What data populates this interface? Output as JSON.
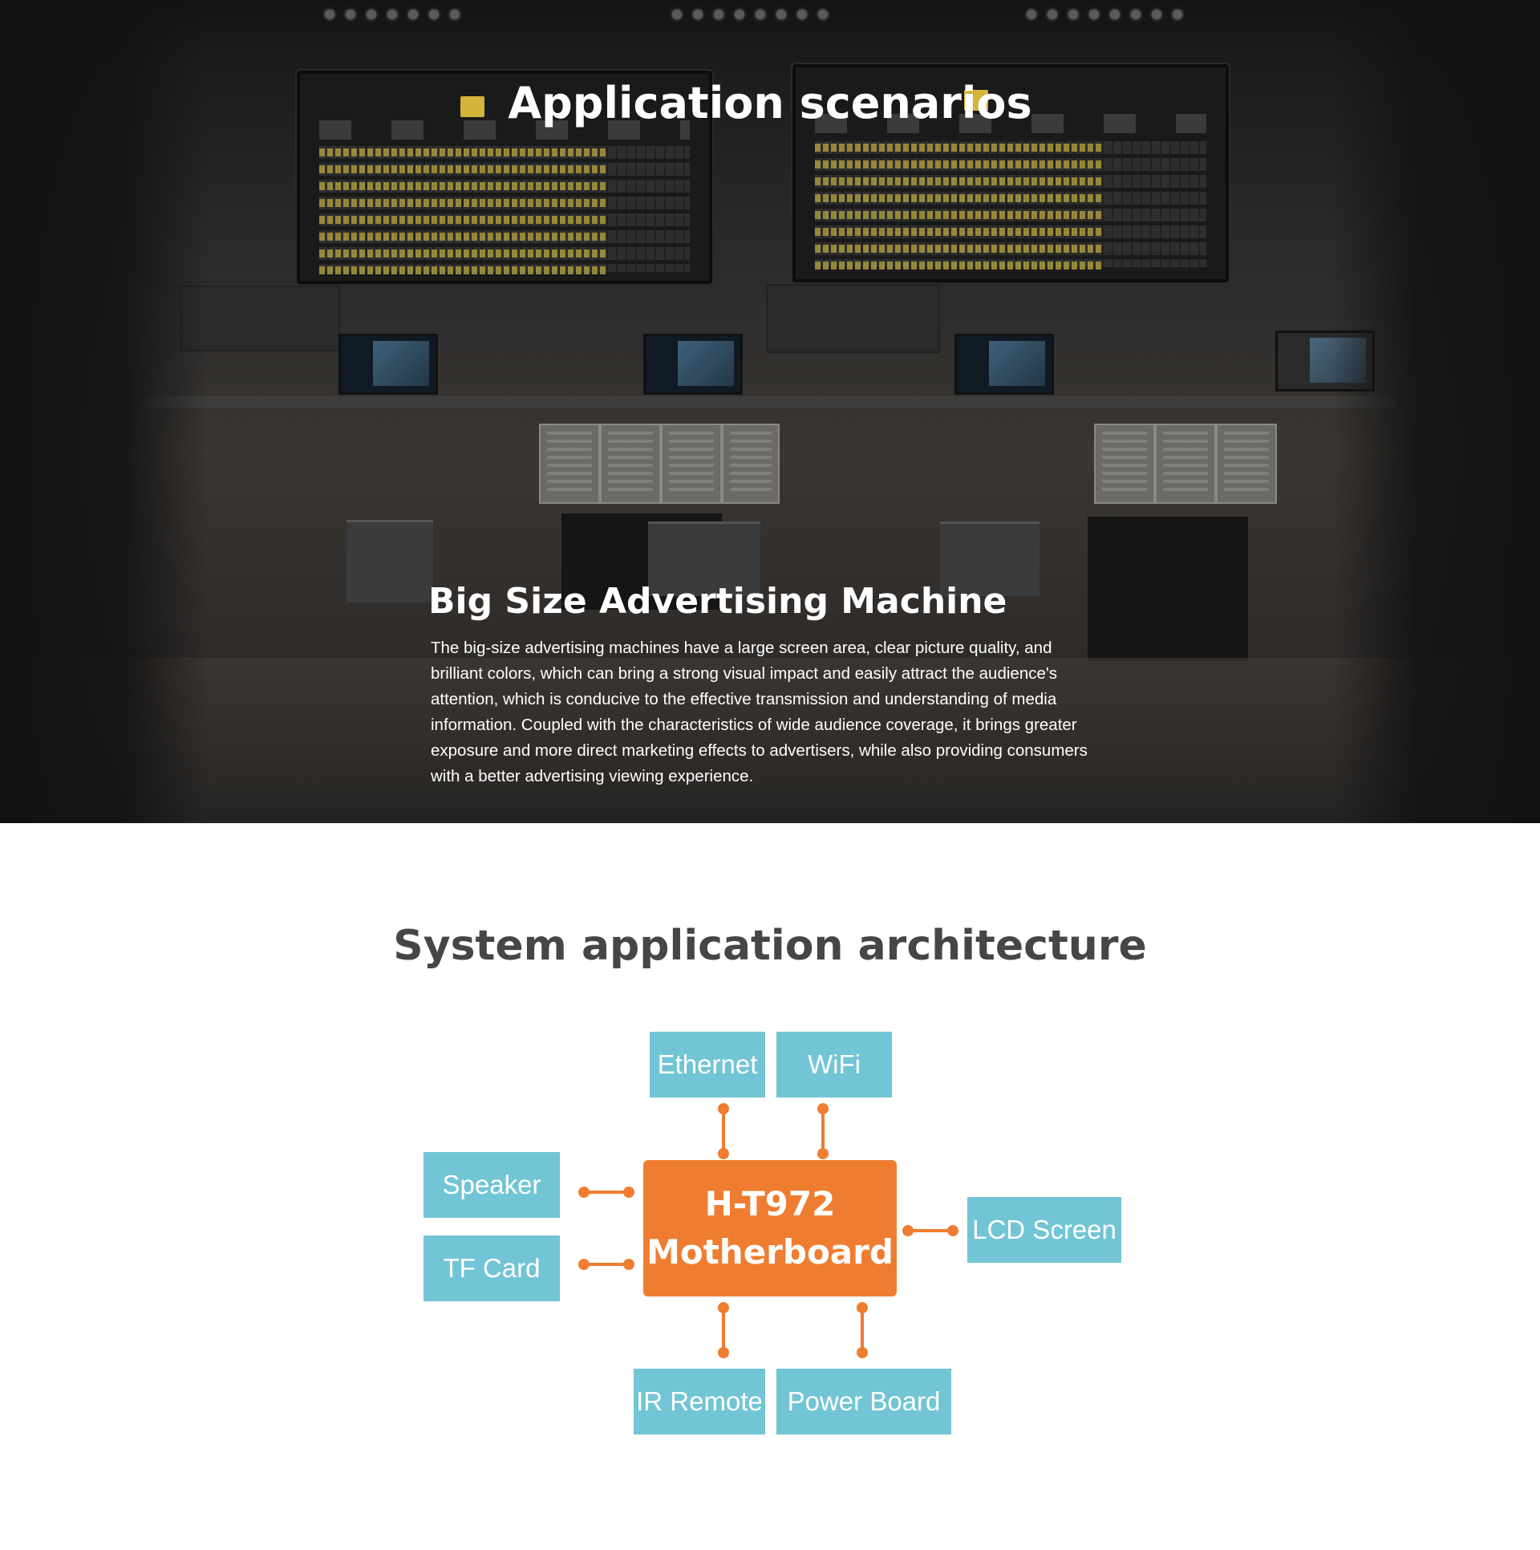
{
  "hero": {
    "title": "Application scenarios",
    "subtitle": "Big Size Advertising Machine",
    "description": "The big-size advertising machines have a large screen area, clear picture quality, and brilliant colors, which can bring a strong visual impact and easily attract the audience's attention, which is conducive to the effective transmission and understanding of media information. Coupled with the characteristics of wide audience coverage, it brings greater exposure and more direct marketing effects to advertisers, while also providing consumers with a better advertising viewing experience."
  },
  "architecture": {
    "title": "System application architecture",
    "core": {
      "line1": "H-T972",
      "line2": "Motherboard",
      "color": "#ef7d31"
    },
    "node_color": "#72c5d5",
    "connector_color": "#ef7d31",
    "nodes": {
      "ethernet": "Ethernet",
      "wifi": "WiFi",
      "speaker": "Speaker",
      "tf_card": "TF Card",
      "lcd_screen": "LCD Screen",
      "ir_remote": "IR Remote",
      "power_board": "Power Board"
    }
  }
}
